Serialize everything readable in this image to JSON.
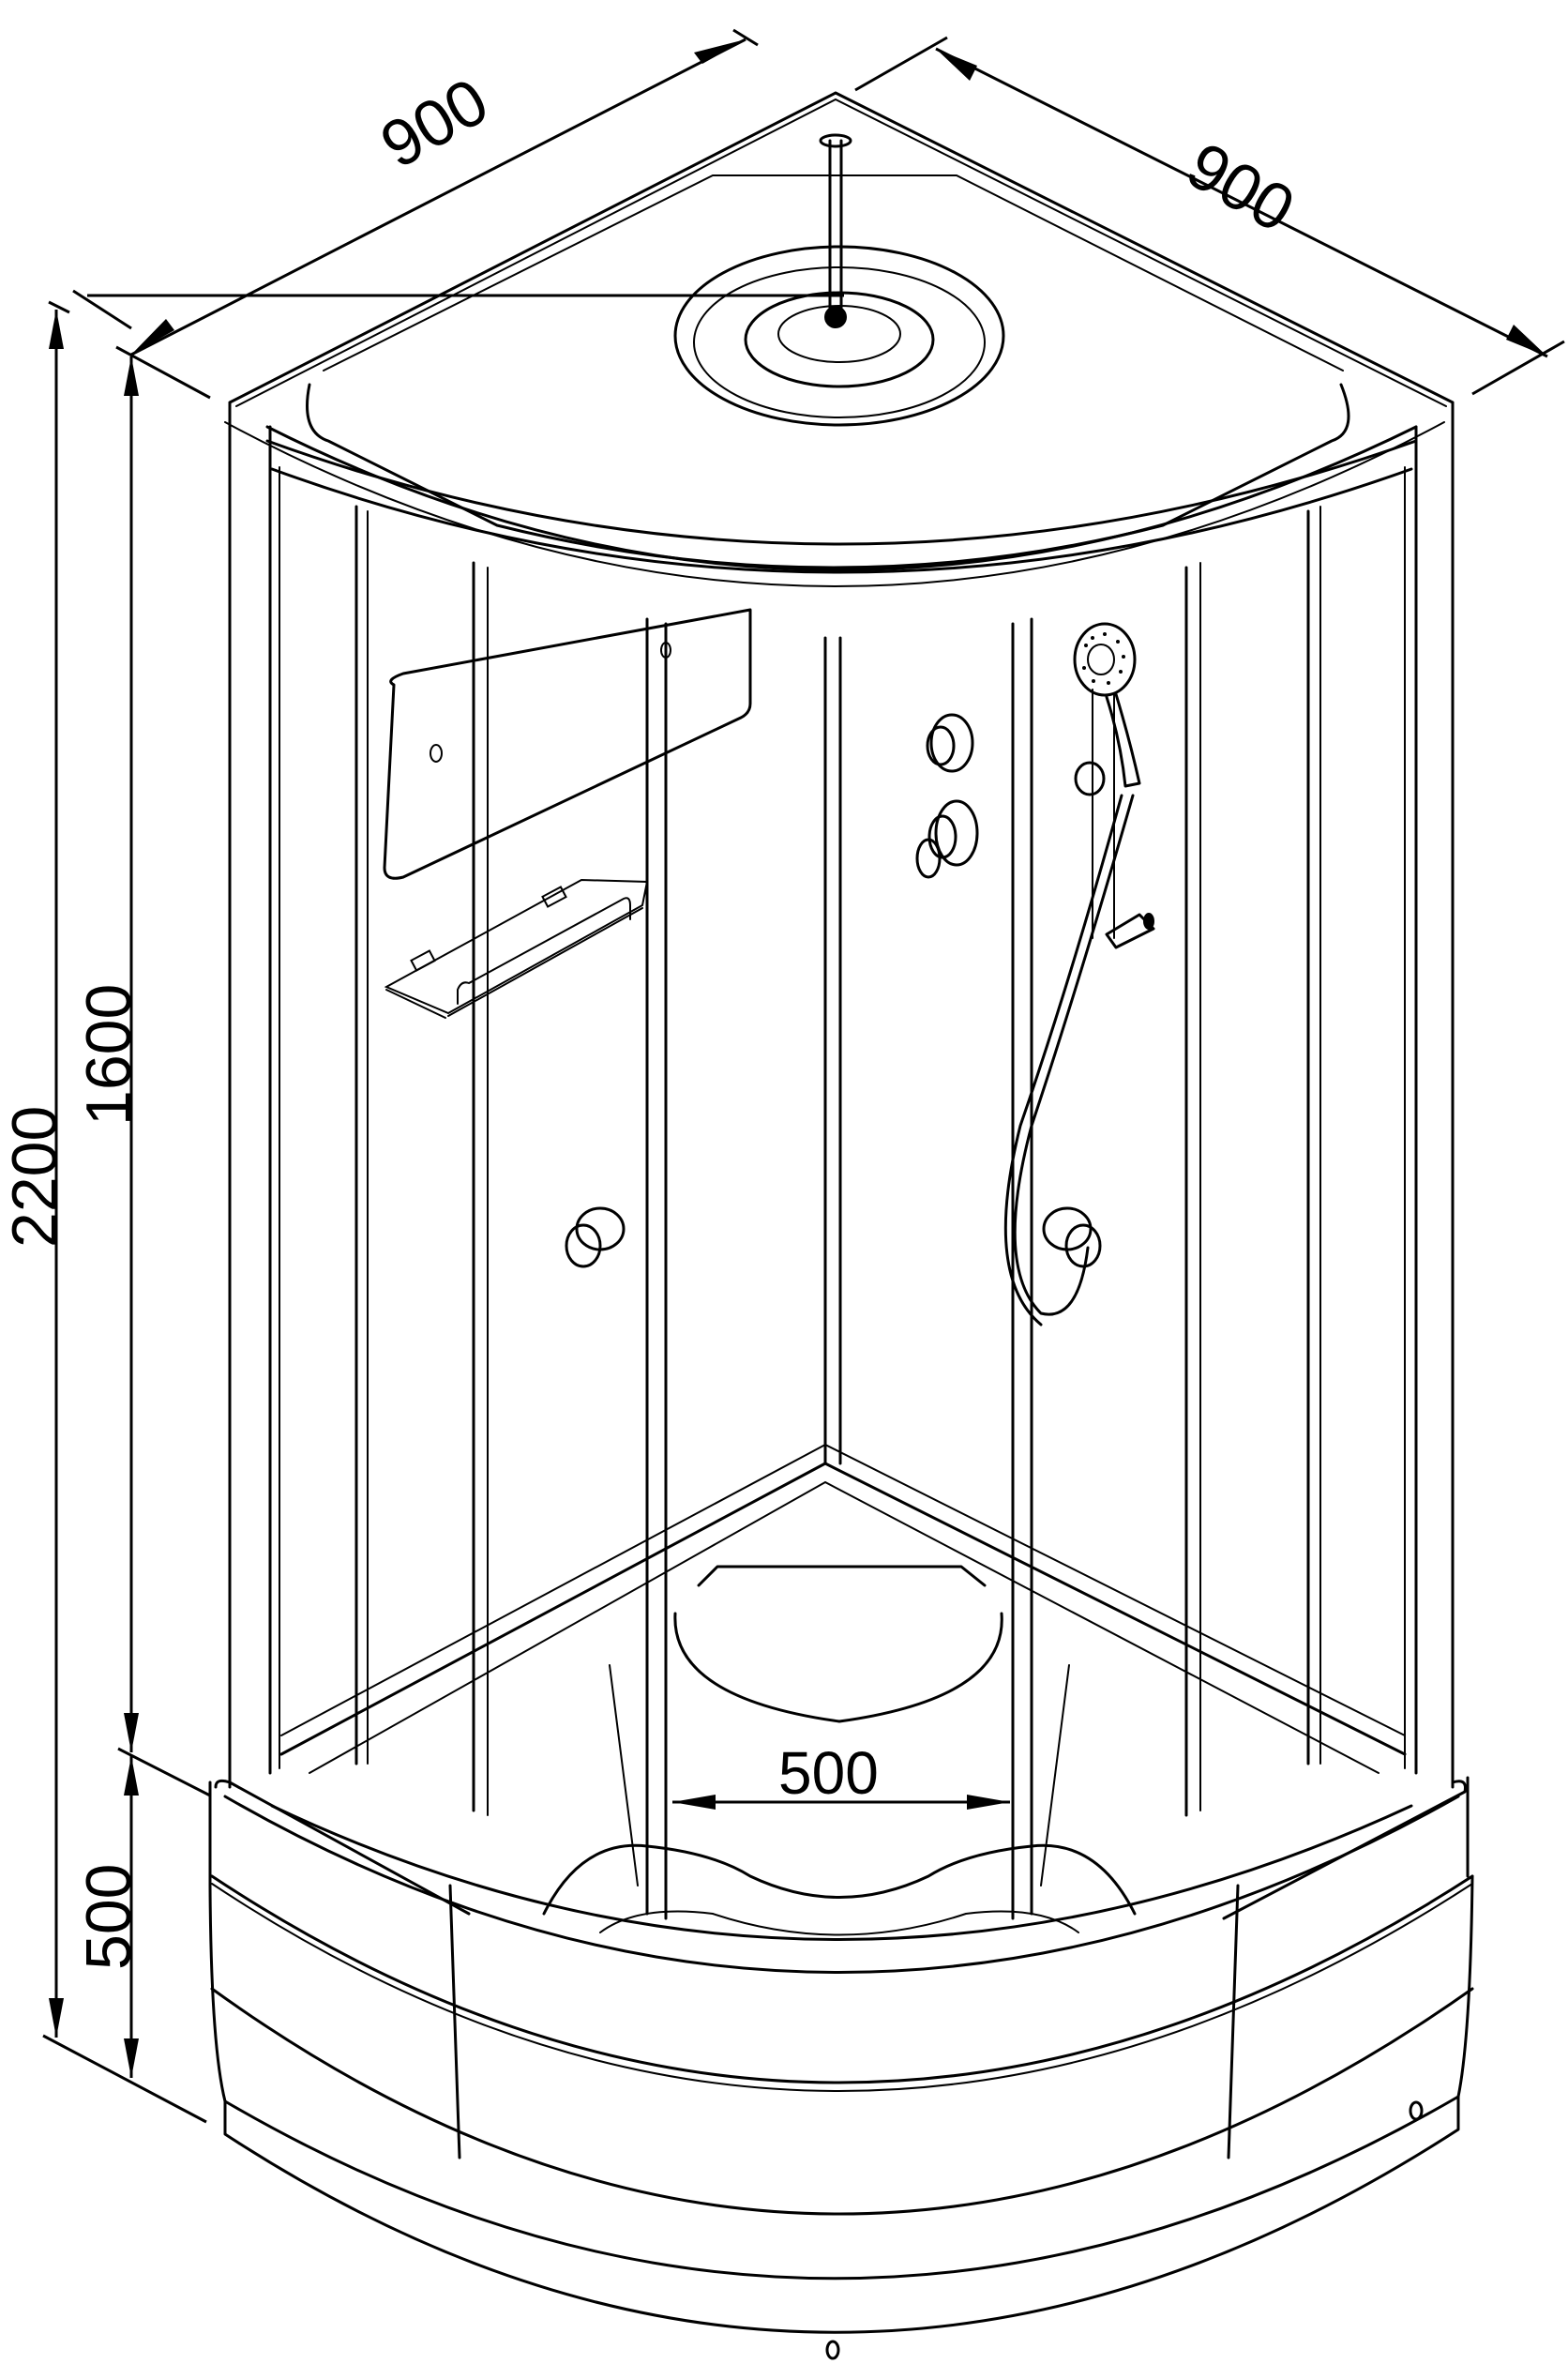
{
  "drawing": {
    "subject": "Quarter-round corner shower cabin",
    "line_color": "#000000",
    "background": "#ffffff"
  },
  "dimensions": {
    "width_left": "900",
    "width_right": "900",
    "total_height": "2200",
    "cabin_height": "1600",
    "tray_height": "500",
    "door_opening": "500"
  },
  "components": [
    "ceiling-rain-shower",
    "ceiling-light",
    "mirror",
    "glass-shelf",
    "control-knobs",
    "hand-shower",
    "shower-slide-rail",
    "shower-hose",
    "sliding-doors",
    "door-handles",
    "seat",
    "shower-tray-base"
  ]
}
